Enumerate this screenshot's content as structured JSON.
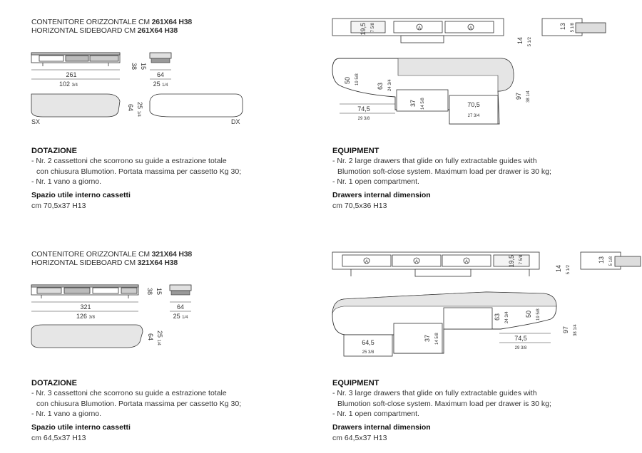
{
  "section1": {
    "header_it_prefix": "CONTENITORE ORIZZONTALE CM ",
    "header_it_dim": "261X64 H38",
    "header_en_prefix": "HORIZONTAL SIDEBOARD CM ",
    "header_en_dim": "261X64 H38",
    "plan_dims": {
      "width_cm": "261",
      "width_in": "102",
      "width_in_frac": "3/4",
      "height_cm": "38",
      "height_in": "15",
      "depth_cm": "64",
      "depth_in": "25",
      "depth_in_frac": "1/4",
      "depth2_cm": "64",
      "depth2_in": "25",
      "depth2_in_frac": "1/4"
    },
    "label_sx": "SX",
    "label_dx": "DX",
    "detail_dims": {
      "d1_cm": "19,5",
      "d1_in": "7",
      "d1_in_frac": "5/8",
      "d2_cm": "13",
      "d2_in": "5",
      "d2_in_frac": "1/8",
      "d3_cm": "14",
      "d3_in": "5",
      "d3_in_frac": "1/2",
      "d4_cm": "50",
      "d4_in": "19",
      "d4_in_frac": "5/8",
      "d5_cm": "63",
      "d5_in": "24",
      "d5_in_frac": "3/4",
      "d6_cm": "37",
      "d6_in": "14",
      "d6_in_frac": "5/8",
      "d7_cm": "97",
      "d7_in": "38",
      "d7_in_frac": "1/4",
      "d8_cm": "74,5",
      "d8_in": "29",
      "d8_in_frac": "3/8",
      "d9_cm": "70,5",
      "d9_in": "27",
      "d9_in_frac": "3/4",
      "drawer_mark": "A"
    },
    "it": {
      "title": "DOTAZIONE",
      "line1": "- Nr. 2 cassettoni che scorrono su guide a estrazione totale",
      "line2": "  con chiusura Blumotion. Portata massima per cassetto Kg 30;",
      "line3": "- Nr. 1 vano a giorno.",
      "sub_title": "Spazio utile interno cassetti",
      "sub_value": "cm 70,5x37 H13"
    },
    "en": {
      "title": "EQUIPMENT",
      "line1": "- Nr. 2 large drawers that glide on fully extractable guides with",
      "line2": "  Blumotion soft-close system. Maximum load per drawer is 30 kg;",
      "line3": "- Nr. 1 open compartment.",
      "sub_title": "Drawers internal dimension",
      "sub_value": "cm 70,5x36 H13"
    }
  },
  "section2": {
    "header_it_prefix": "CONTENITORE ORIZZONTALE CM ",
    "header_it_dim": "321X64 H38",
    "header_en_prefix": "HORIZONTAL SIDEBOARD CM ",
    "header_en_dim": "321X64 H38",
    "plan_dims": {
      "width_cm": "321",
      "width_in": "126",
      "width_in_frac": "3/8",
      "height_cm": "38",
      "height_in": "15",
      "depth_cm": "64",
      "depth_in": "25",
      "depth_in_frac": "1/4",
      "depth2_cm": "64",
      "depth2_in": "25",
      "depth2_in_frac": "1/4"
    },
    "detail_dims": {
      "d1_cm": "19,5",
      "d1_in": "7",
      "d1_in_frac": "5/8",
      "d2_cm": "13",
      "d2_in": "5",
      "d2_in_frac": "1/8",
      "d3_cm": "14",
      "d3_in": "5",
      "d3_in_frac": "1/2",
      "d4_cm": "50",
      "d4_in": "19",
      "d4_in_frac": "5/8",
      "d5_cm": "63",
      "d5_in": "24",
      "d5_in_frac": "3/4",
      "d6_cm": "37",
      "d6_in": "14",
      "d6_in_frac": "5/8",
      "d7_cm": "97",
      "d7_in": "38",
      "d7_in_frac": "1/4",
      "d8_cm": "74,5",
      "d8_in": "29",
      "d8_in_frac": "3/8",
      "d9_cm": "64,5",
      "d9_in": "25",
      "d9_in_frac": "3/8",
      "drawer_mark": "A"
    },
    "it": {
      "title": "DOTAZIONE",
      "line1": "- Nr. 3 cassettoni che scorrono su guide a estrazione totale",
      "line2": "  con chiusura Blumotion. Portata massima per cassetto Kg 30;",
      "line3": "- Nr. 1 vano a giorno.",
      "sub_title": "Spazio utile interno cassetti",
      "sub_value": "cm 64,5x37 H13"
    },
    "en": {
      "title": "EQUIPMENT",
      "line1": "- Nr. 3 large drawers that glide on fully extractable guides with",
      "line2": "  Blumotion soft-close system. Maximum load per drawer is 30 kg;",
      "line3": "- Nr. 1 open compartment.",
      "sub_title": "Drawers internal dimension",
      "sub_value": "cm 64,5x37 H13"
    }
  },
  "colors": {
    "line": "#333333",
    "fill_grey": "#d9d9d9",
    "fill_dark": "#888888",
    "top_fill": "#e6e6e6"
  }
}
